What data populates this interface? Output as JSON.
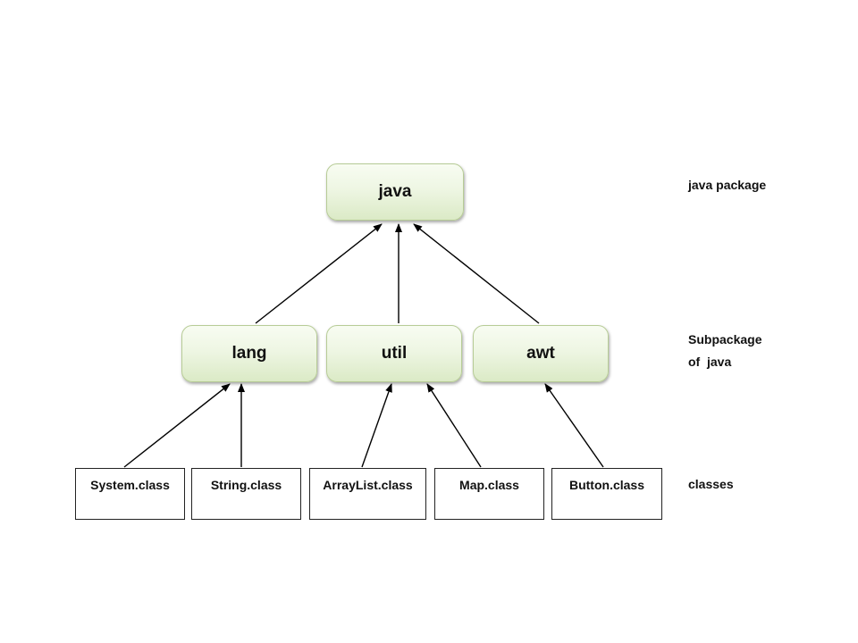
{
  "diagram": {
    "nodes": {
      "java": "java",
      "lang": "lang",
      "util": "util",
      "awt": "awt"
    },
    "classes": {
      "system": "System.class",
      "string": "String.class",
      "arraylist": "ArrayList.class",
      "map": "Map.class",
      "button": "Button.class"
    },
    "labels": {
      "package": "java package",
      "subpackage_line1": "Subpackage",
      "subpackage_line2": "of  java",
      "classes": "classes"
    },
    "edges": [
      {
        "from": "lang",
        "to": "java"
      },
      {
        "from": "util",
        "to": "java"
      },
      {
        "from": "awt",
        "to": "java"
      },
      {
        "from": "System.class",
        "to": "lang"
      },
      {
        "from": "String.class",
        "to": "lang"
      },
      {
        "from": "ArrayList.class",
        "to": "util"
      },
      {
        "from": "Map.class",
        "to": "util"
      },
      {
        "from": "Button.class",
        "to": "awt"
      }
    ]
  }
}
